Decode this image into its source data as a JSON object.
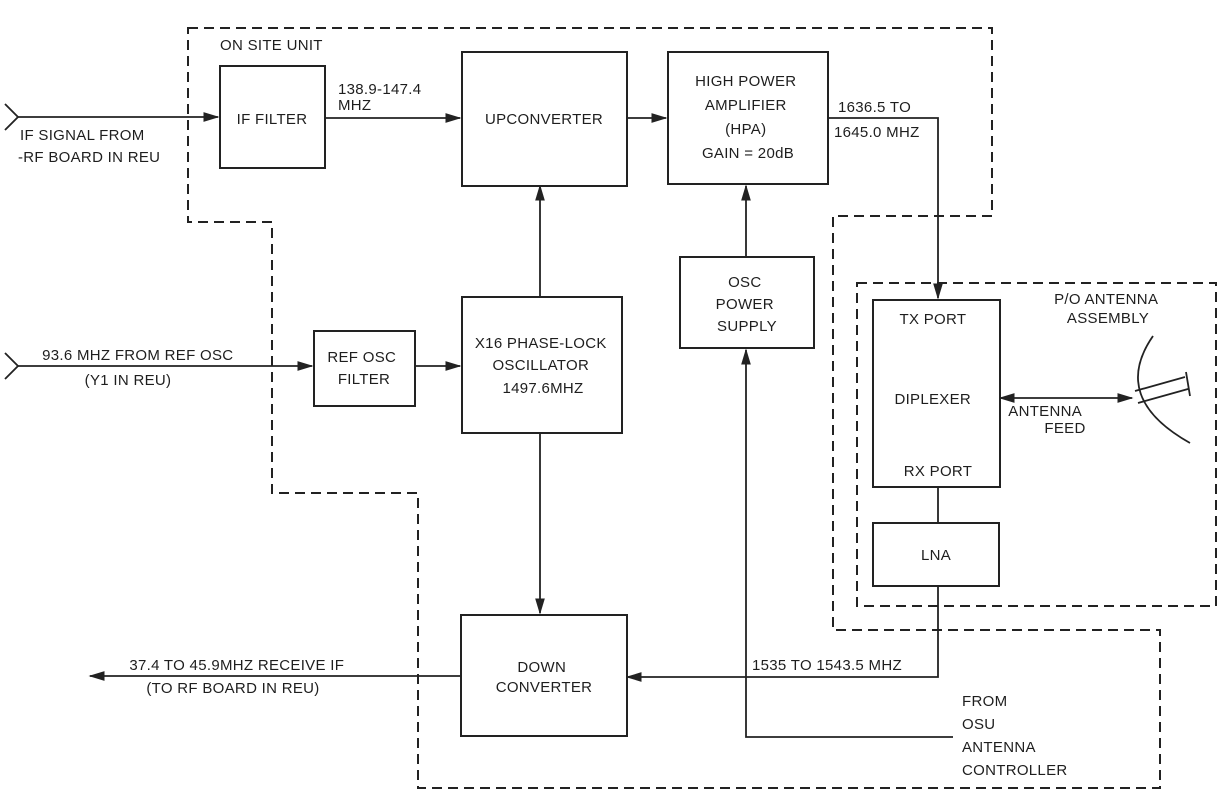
{
  "diagram": {
    "regions": {
      "on_site_unit": "ON SITE UNIT",
      "antenna_assembly": [
        "P/O ANTENNA",
        "ASSEMBLY"
      ]
    },
    "blocks": {
      "if_filter": [
        "IF FILTER"
      ],
      "upconverter": [
        "UPCONVERTER"
      ],
      "hpa": [
        "HIGH POWER",
        "AMPLIFIER",
        "(HPA)",
        "GAIN  =  20dB"
      ],
      "ref_osc_filter": [
        "REF OSC",
        "FILTER"
      ],
      "pll_osc": [
        "X16 PHASE-LOCK",
        "OSCILLATOR",
        "1497.6MHZ"
      ],
      "osc_power_supply": [
        "OSC",
        "POWER",
        "SUPPLY"
      ],
      "diplexer": {
        "top": "TX PORT",
        "mid": "DIPLEXER",
        "bottom": "RX PORT"
      },
      "lna": [
        "LNA"
      ],
      "down_converter": [
        "DOWN",
        "CONVERTER"
      ]
    },
    "labels": {
      "if_input": [
        "IF SIGNAL FROM",
        "-RF BOARD IN REU"
      ],
      "if_filter_out": [
        "138.9-147.4",
        "MHZ"
      ],
      "hpa_out": [
        "1636.5 TO",
        "1645.0 MHZ"
      ],
      "ref_input": [
        "93.6 MHZ FROM REF  OSC",
        "(Y1 IN REU)"
      ],
      "antenna_feed": [
        "ANTENNA",
        "FEED"
      ],
      "lna_out": "1535 TO 1543.5 MHZ",
      "receive_if": [
        "37.4 TO 45.9MHZ RECEIVE IF",
        "(TO RF BOARD IN REU)"
      ],
      "controller": [
        "FROM",
        "OSU",
        "ANTENNA",
        "CONTROLLER"
      ]
    }
  }
}
